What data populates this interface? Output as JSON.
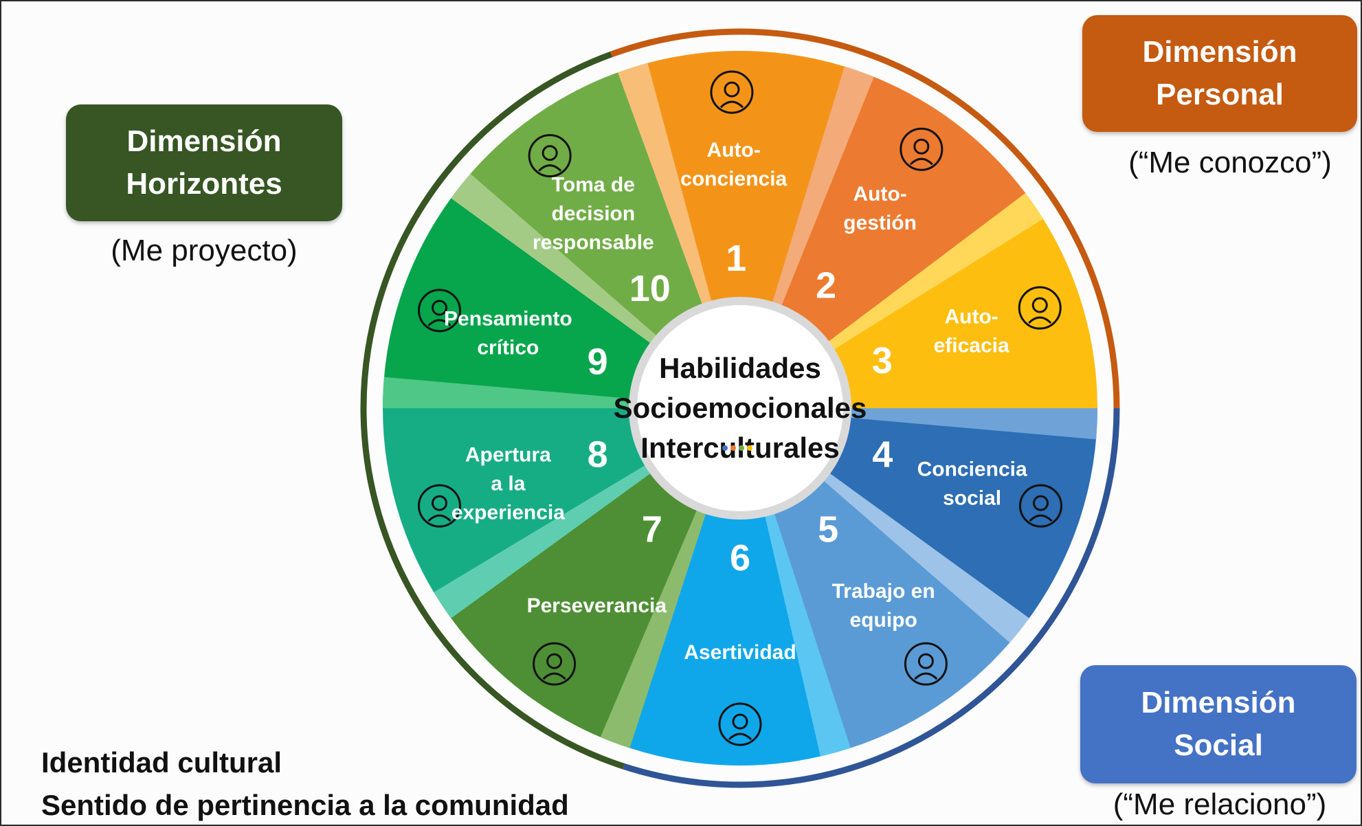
{
  "center": {
    "lines": [
      "Habilidades",
      "Socioemocionales",
      "Interculturales"
    ]
  },
  "segments": [
    {
      "number": "1",
      "label_lines": [
        "Auto-",
        "conciencia"
      ],
      "color": "#F39419",
      "stripe": "#F8BE78",
      "icon": "two-heads-profile-icon"
    },
    {
      "number": "2",
      "label_lines": [
        "Auto-",
        "gestión"
      ],
      "color": "#EC7A30",
      "stripe": "#F4AB7A",
      "icon": "brain-head-icon"
    },
    {
      "number": "3",
      "label_lines": [
        "Auto-",
        "eficacia"
      ],
      "color": "#FDBE10",
      "stripe": "#FFD85A",
      "icon": "puzzle-head-icon"
    },
    {
      "number": "4",
      "label_lines": [
        "Conciencia",
        "social"
      ],
      "color": "#2D6EB4",
      "stripe": "#6FA3D8",
      "icon": "people-accessibility-icon"
    },
    {
      "number": "5",
      "label_lines": [
        "Trabajo en",
        "equipo"
      ],
      "color": "#5B9BD5",
      "stripe": "#9DC3E8",
      "icon": "network-people-icon"
    },
    {
      "number": "6",
      "label_lines": [
        "Asertividad"
      ],
      "color": "#0FA7EA",
      "stripe": "#5CC6F2",
      "icon": "target-arrow-icon"
    },
    {
      "number": "7",
      "label_lines": [
        "Perseverancia"
      ],
      "color": "#4E8F35",
      "stripe": "#8CBB6E",
      "icon": "climber-icon"
    },
    {
      "number": "8",
      "label_lines": [
        "Apertura",
        "a la",
        "experiencia"
      ],
      "color": "#16AD85",
      "stripe": "#5FCEB0",
      "icon": "trees-path-icon"
    },
    {
      "number": "9",
      "label_lines": [
        "Pensamiento",
        "crítico"
      ],
      "color": "#07A54C",
      "stripe": "#4FC786",
      "icon": "gear-head-icon"
    },
    {
      "number": "10",
      "label_lines": [
        "Toma de",
        "decision",
        "responsable"
      ],
      "color": "#71AD47",
      "stripe": "#A3CB86",
      "icon": "hand-touch-icon"
    }
  ],
  "dimensions": {
    "personal": {
      "lines": [
        "Dimensión",
        "Personal"
      ],
      "subtitle": "(“Me conozco”)",
      "color": "#C55A11"
    },
    "horizontes": {
      "lines": [
        "Dimensión",
        "Horizontes"
      ],
      "subtitle": "(Me proyecto)",
      "color": "#375623"
    },
    "social": {
      "lines": [
        "Dimensión",
        "Social"
      ],
      "subtitle": "(“Me relaciono”)",
      "color": "#4472C4"
    }
  },
  "footer": {
    "line1": "Identidad cultural",
    "line2": "Sentido de pertinencia a la comunidad"
  }
}
